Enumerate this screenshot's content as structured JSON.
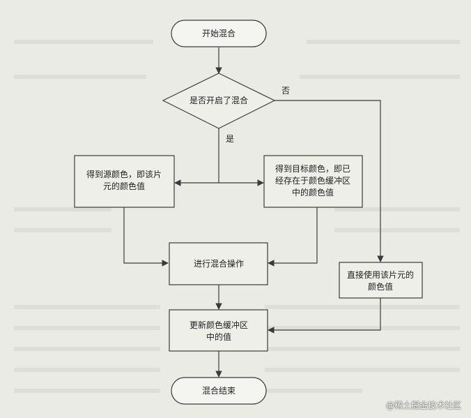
{
  "diagram": {
    "nodes": {
      "start": "开始混合",
      "decision": "是否开启了混合",
      "source_color": [
        "得到源颜色，即该片",
        "元的颜色值"
      ],
      "dest_color": [
        "得到目标颜色，即已",
        "经存在于颜色缓冲区",
        "中的颜色值"
      ],
      "blend": "进行混合操作",
      "direct": [
        "直接使用该片元的",
        "颜色值"
      ],
      "update": [
        "更新颜色缓冲区",
        "中的值"
      ],
      "end": "混合结束"
    },
    "edges": {
      "no_label": "否",
      "yes_label": "是"
    },
    "colors": {
      "stroke": "#3a3a3a",
      "start_fill": "#f4f4f0",
      "box_fill": "#efefea"
    }
  },
  "watermark": "@稀土掘金技术社区"
}
